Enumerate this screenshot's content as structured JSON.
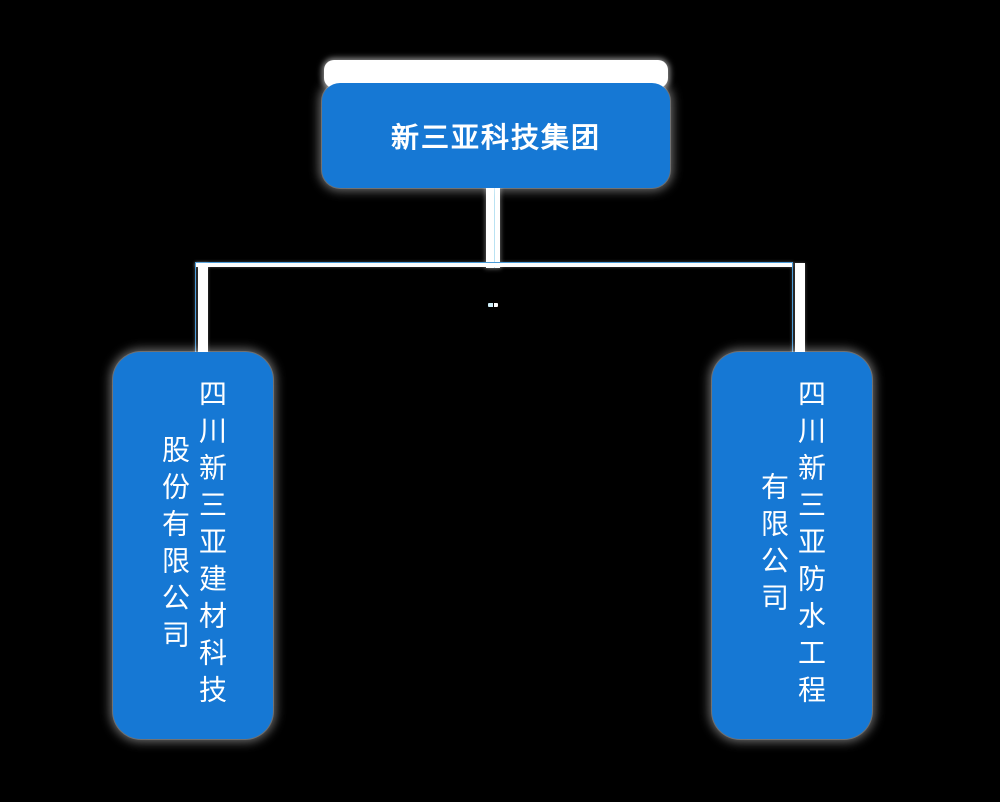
{
  "org_chart": {
    "root": {
      "label": "新三亚科技集团"
    },
    "subsidiaries": [
      {
        "name": "四川新三亚建材科技股份有限公司",
        "lines": [
          "四川新三亚建材科技",
          "股份有限公司"
        ]
      },
      {
        "name": "四川新三亚防水工程有限公司",
        "lines": [
          "四川新三亚防水工程",
          "有限公司"
        ]
      }
    ]
  },
  "colors": {
    "background": "#000000",
    "node_fill": "#1678d4",
    "node_text": "#ffffff",
    "connector_accent": "#4a9bd8",
    "connector_core": "#ffffff",
    "connector_center_line": "#b9e2f2"
  }
}
